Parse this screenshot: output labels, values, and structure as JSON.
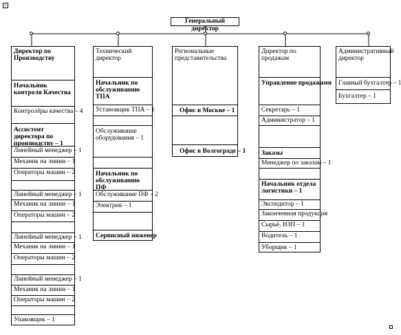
{
  "ceo": "Генеральный директор",
  "columns": [
    {
      "head": "Директор по Производству",
      "rows": [
        "Начальник контроля Качества",
        "Контролёры качества – 4",
        "Ассистент директора по производству – 1",
        "Линейный менеджер – 1",
        "Механик на линии – 1",
        "Операторы машин – 2",
        "Линейный менеджер – 1",
        "Механик на линии – 1",
        "Операторы машин – 2",
        "Линейный менеджер – 1",
        "Механик на линии – 1",
        "Операторы машин – 2",
        "Линейный менеджер – 1",
        "Механик на линии – 1",
        "Операторы машин – 2",
        "Упаковщик – 1"
      ]
    },
    {
      "head": "Технический директор",
      "rows": [
        "Начальник по обслуживанию ТПА",
        "Установщик ТПА – 1",
        "Обслуживание оборудования – 1",
        "Начальник по обслуживанию ПФ",
        "Обслуживание ПФ – 2",
        "Электрик – 1",
        "Сервисный инженер"
      ]
    },
    {
      "head": "Региональные представительства",
      "rows": [
        "Офис в Москве – 1",
        "Офис в Волгограде – 1"
      ]
    },
    {
      "head": "Директор по продажам",
      "rows": [
        "Управление продажами",
        "Секретарь – 1",
        "Администратор – 1",
        "Заказы",
        "Менеджер по заказам – 1",
        "Начальник отдела логистики – 1",
        "Экспедитор – 1",
        "Законченная продукция",
        "Сырьё, НЗП – 1",
        "Водитель – 1",
        "Уборщик – 1"
      ]
    },
    {
      "head": "Административный директор",
      "rows": [
        "Главный бухгалтер – 1",
        "Бухгалтер – 1"
      ]
    }
  ]
}
